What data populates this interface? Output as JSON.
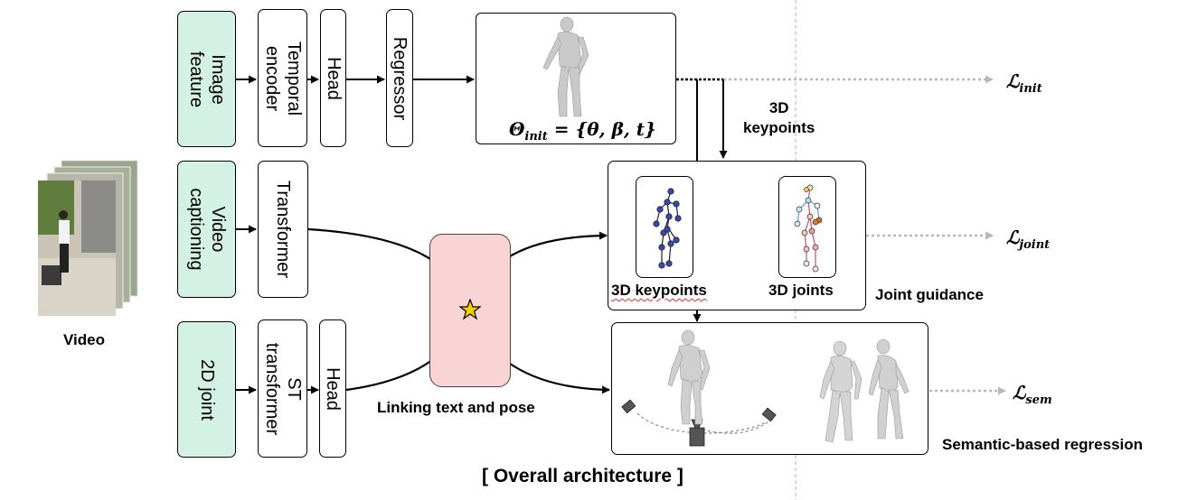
{
  "boxes": {
    "image_feature": "Image\nfeature",
    "temporal_encoder": "Temporal\nencoder",
    "head_top": "Head",
    "regressor": "Regressor",
    "video_captioning": "Video\ncaptioning",
    "transformer": "Transformer",
    "joint_2d": "2D joint",
    "st_transformer": "ST\ntransformer",
    "head_bottom": "Head"
  },
  "labels": {
    "video": "Video",
    "keypoints_3d_arrow": "3D\nkeypoints",
    "keypoints_3d": "3D keypoints",
    "joints_3d": "3D joints",
    "joint_guidance": "Joint guidance",
    "linking": "Linking text and pose",
    "semantic_regression": "Semantic-based regression",
    "caption": "[ Overall architecture ]"
  },
  "math": {
    "theta_init_lhs": "Θ",
    "theta_init_sub": "init",
    "theta_init_rhs": " = {θ, β, t}",
    "loss_symbol": "ℒ",
    "loss_init_sub": "init",
    "loss_joint_sub": "joint",
    "loss_sem_sub": "sem"
  },
  "colors": {
    "input_box": "#d3f1e4",
    "link_box": "#f8d4d4",
    "star": "#f5d000",
    "keypoint_dots": "#3b4a9a",
    "dashed_loss_arrow": "#b8b8b8"
  }
}
